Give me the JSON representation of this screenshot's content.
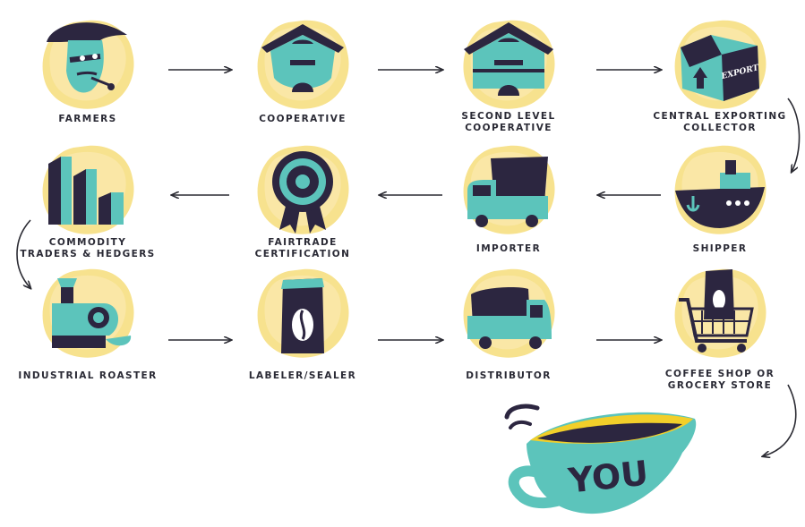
{
  "colors": {
    "dark": "#2c2640",
    "teal": "#5cc4bb",
    "yellow": "#f6dd7a",
    "yellow_soft": "#fbeab0",
    "cup_yellow": "#f2cf2a",
    "arrow": "#2b2b33"
  },
  "steps": [
    {
      "label": "FARMERS",
      "icon": "farmer-icon"
    },
    {
      "label": "COOPERATIVE",
      "icon": "cooperative-house-icon"
    },
    {
      "label": "SECOND LEVEL\nCOOPERATIVE",
      "icon": "second-level-cooperative-icon"
    },
    {
      "label": "CENTRAL EXPORTING\nCOLLECTOR",
      "icon": "export-box-icon",
      "icon_text": "EXPORT"
    },
    {
      "label": "SHIPPER",
      "icon": "ship-icon"
    },
    {
      "label": "IMPORTER",
      "icon": "truck-icon"
    },
    {
      "label": "FAIRTRADE\nCERTIFICATION",
      "icon": "certification-rosette-icon"
    },
    {
      "label": "COMMODITY\nTRADERS & HEDGERS",
      "icon": "bar-chart-icon"
    },
    {
      "label": "INDUSTRIAL ROASTER",
      "icon": "roaster-machine-icon"
    },
    {
      "label": "LABELER/SEALER",
      "icon": "coffee-bag-icon"
    },
    {
      "label": "DISTRIBUTOR",
      "icon": "delivery-truck-icon"
    },
    {
      "label": "COFFEE SHOP OR\nGROCERY STORE",
      "icon": "shopping-cart-icon"
    }
  ],
  "final": {
    "label": "YOU",
    "icon": "coffee-cup-icon"
  }
}
